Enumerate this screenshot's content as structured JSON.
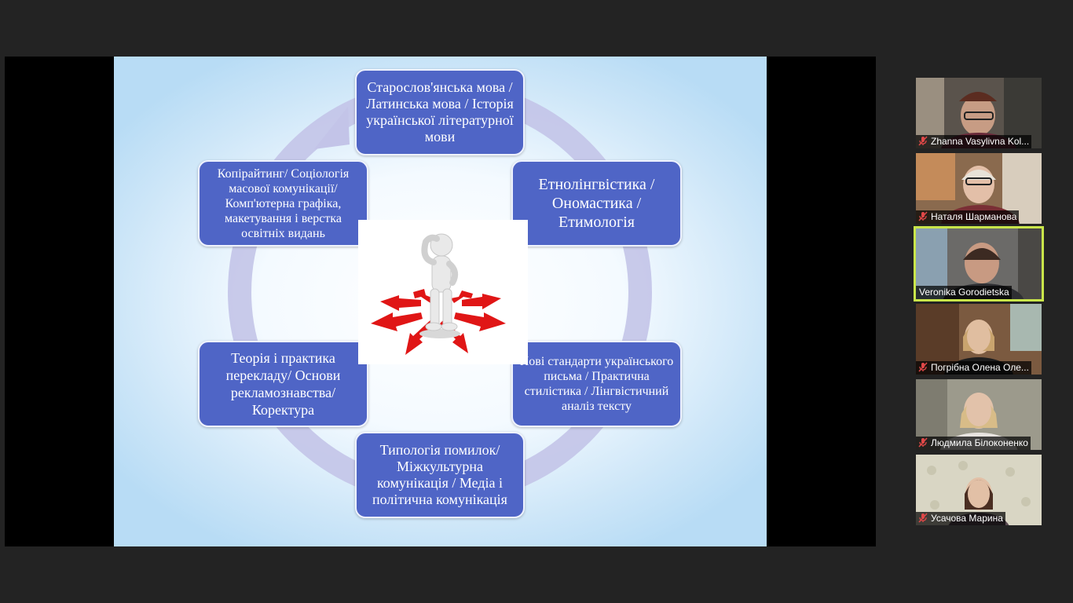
{
  "colors": {
    "node_fill": "#4f65c6",
    "active_speaker": "#c9e54a",
    "mute_red": "#e04848",
    "arrow_red": "#e01616"
  },
  "slide": {
    "nodes": [
      {
        "id": "top",
        "text": "Старослов'янська мова / Латинська мова / Історія української літературної мови"
      },
      {
        "id": "right-top",
        "text": "Етнолінгвістика  /  Ономастика  /  Етимологія"
      },
      {
        "id": "right-bottom",
        "text": "Нові стандарти українського письма / Практична  стилістика / Лінгвістичний аналіз тексту"
      },
      {
        "id": "bottom",
        "text": "Типологія помилок/ Міжкультурна комунікація / Медіа і політична комунікація"
      },
      {
        "id": "left-bottom",
        "text": "Теорія і практика перекладу/ Основи рекламознавства/ Коректура"
      },
      {
        "id": "left-top",
        "text": "Копірайтинг/ Соціологія масової комунікації/ Комп'ютерна графіка, макетування і верстка освітніх видань"
      }
    ],
    "center_icon": "thinking-person-with-red-arrows"
  },
  "participants": [
    {
      "name": "Zhanna Vasylivna Kol...",
      "muted": true,
      "active": false
    },
    {
      "name": "Наталя Шарманова",
      "muted": true,
      "active": false
    },
    {
      "name": "Veronika Gorodietska",
      "muted": false,
      "active": true
    },
    {
      "name": "Погрібна Олена Оле...",
      "muted": true,
      "active": false
    },
    {
      "name": "Людмила Білоконенко",
      "muted": true,
      "active": false
    },
    {
      "name": "Усачова Марина",
      "muted": true,
      "active": false
    }
  ]
}
